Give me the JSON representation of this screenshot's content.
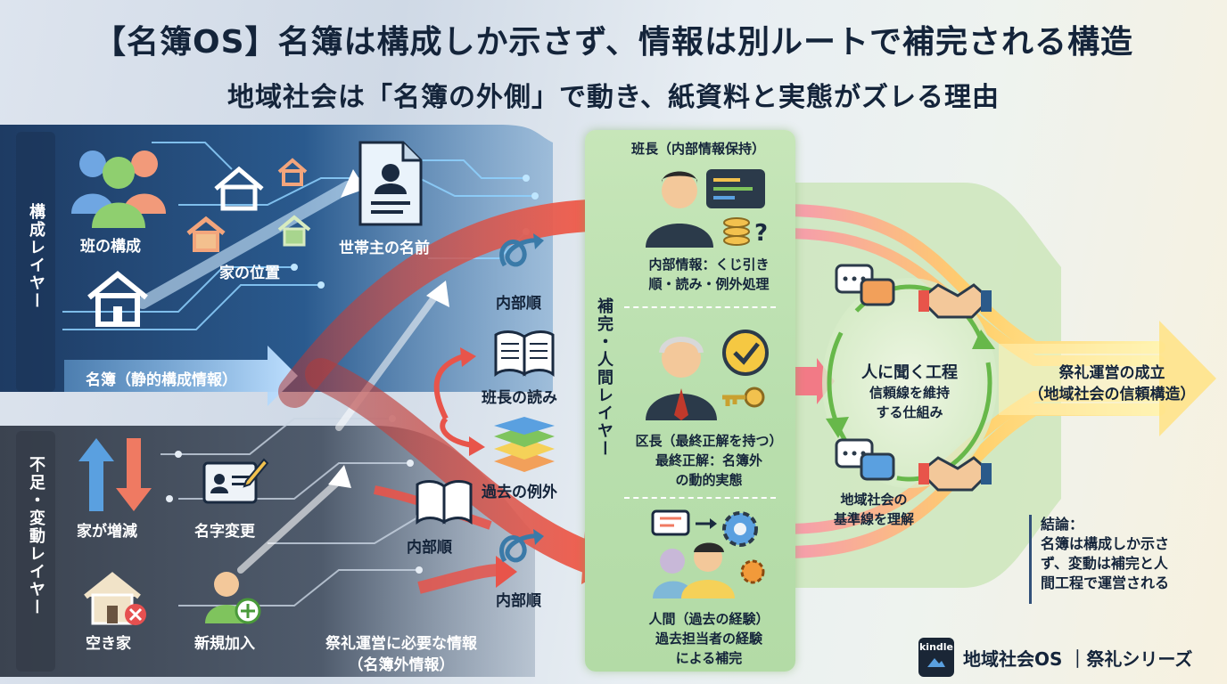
{
  "header": {
    "title": "【名簿OS】名簿は構成しか示さず、情報は別ルートで補完される構造",
    "subtitle": "地域社会は「名簿の外側」で動き、紙資料と実態がズレる理由"
  },
  "structure_layer": {
    "band_label": "構成レイヤー",
    "items": {
      "han_composition": "班の構成",
      "house_position": "家の位置",
      "householder_name": "世帯主の名前"
    },
    "roster_arrow": "名簿（静的構成情報）"
  },
  "change_layer": {
    "band_label": "不足・変動レイヤー",
    "items": {
      "household_change": "家が増減",
      "name_change": "名字変更",
      "vacant_house": "空き家",
      "new_member": "新規加入"
    },
    "festival_info": {
      "line1": "祭礼運営に必要な情報",
      "line2": "（名簿外情報）"
    }
  },
  "middle_nodes": {
    "internal_order_1": "内部順",
    "leader_reading": "班長の読み",
    "past_exceptions": "過去の例外",
    "internal_order_2": "内部順",
    "internal_order_3": "内部順"
  },
  "human_layer": {
    "band_label": "補完・人間レイヤー",
    "han_leader": {
      "title": "班長（内部情報保持）",
      "line1": "内部情報：くじ引き",
      "line2": "順・読み・例外処理"
    },
    "ward_leader": {
      "title": "区長（最終正解を持つ）",
      "line1": "最終正解：名簿外",
      "line2": "の動的実態"
    },
    "people": {
      "title": "人間（過去の経験）",
      "line1": "過去担当者の経験",
      "line2": "による補完"
    }
  },
  "cycle": {
    "title": "人に聞く工程",
    "line1": "信頼線を維持",
    "line2": "する仕組み",
    "bottom_line1": "地域社会の",
    "bottom_line2": "基準線を理解"
  },
  "result": {
    "line1": "祭礼運営の成立",
    "line2": "（地域社会の信頼構造）"
  },
  "conclusion": {
    "heading": "結論：",
    "line1": "名簿は構成しか示さ",
    "line2": "ず、変動は補完と人",
    "line3": "間工程で運営される"
  },
  "footer": {
    "kindle_label": "kindle",
    "series": "地域社会OS ｜祭礼シリーズ"
  },
  "colors": {
    "structure_band": "#2f5f96",
    "change_band": "#4a5566",
    "red_arrow": "#e8544a",
    "green_panel": "#bfe2b1",
    "outflow_yellow": "#ffe06a",
    "title_text": "#14243a"
  }
}
